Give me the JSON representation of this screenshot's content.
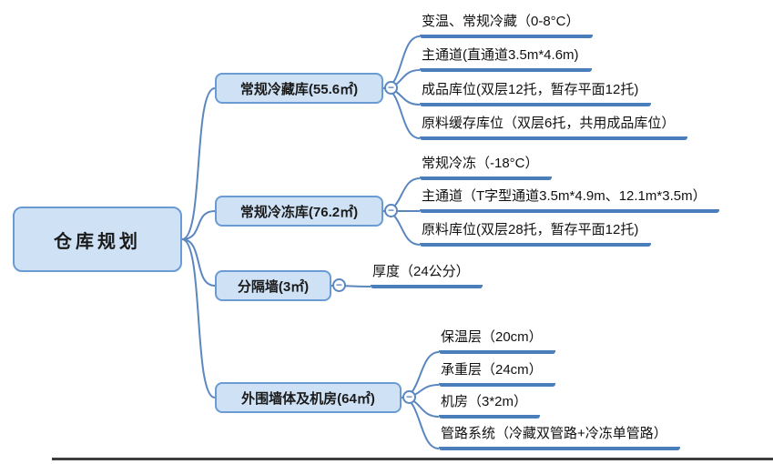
{
  "root": {
    "label": "仓库规划"
  },
  "branches": [
    {
      "label": "常规冷藏库(55.6㎡)",
      "children": [
        {
          "label": "变温、常规冷藏（0-8°C）"
        },
        {
          "label": "主通道(直通道3.5m*4.6m)"
        },
        {
          "label": "成品库位(双层12托，暂存平面12托)"
        },
        {
          "label": "原料缓存库位（双层6托，共用成品库位）"
        }
      ]
    },
    {
      "label": "常规冷冻库(76.2㎡)",
      "children": [
        {
          "label": "常规冷冻（-18°C）"
        },
        {
          "label": "主通道（T字型通道3.5m*4.9m、12.1m*3.5m）"
        },
        {
          "label": "原料库位(双层28托，暂存平面12托)"
        }
      ]
    },
    {
      "label": "分隔墙(3㎡)",
      "children": [
        {
          "label": "厚度（24公分）"
        }
      ]
    },
    {
      "label": "外围墙体及机房(64㎡)",
      "children": [
        {
          "label": "保温层（20cm）"
        },
        {
          "label": "承重层（24cm）"
        },
        {
          "label": "机房（3*2m）"
        },
        {
          "label": "管路系统（冷藏双管路+冷冻单管路）"
        }
      ]
    }
  ],
  "icons": {
    "collapse_minus": "−"
  },
  "colors": {
    "node_fill": "#cfe2f5",
    "node_border": "#6a9bd2",
    "connector_line": "#5b87c0",
    "leaf_underline": "#4a7ebb",
    "text": "#1a1a1a",
    "bottom_divider": "#3d3d3d"
  }
}
